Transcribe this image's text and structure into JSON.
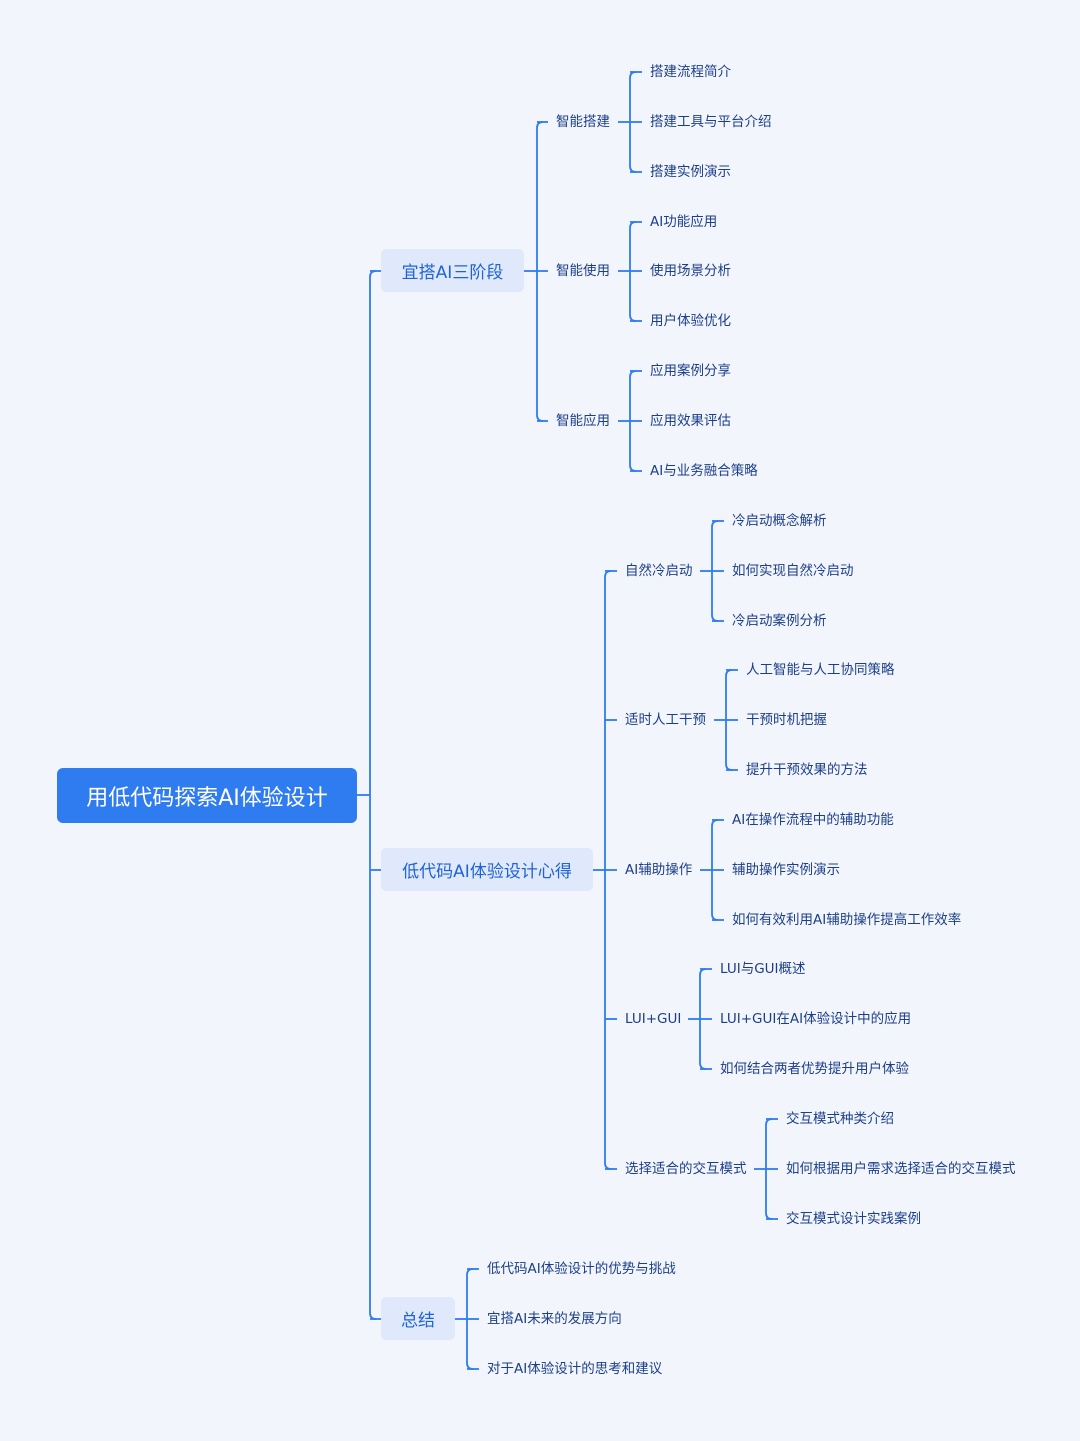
{
  "mindmap": {
    "root": "用低代码探索AI体验设计",
    "branches": [
      {
        "label": "宜搭AI三阶段",
        "children": [
          {
            "label": "智能搭建",
            "children": [
              "搭建流程简介",
              "搭建工具与平台介绍",
              "搭建实例演示"
            ]
          },
          {
            "label": "智能使用",
            "children": [
              "AI功能应用",
              "使用场景分析",
              "用户体验优化"
            ]
          },
          {
            "label": "智能应用",
            "children": [
              "应用案例分享",
              "应用效果评估",
              "AI与业务融合策略"
            ]
          }
        ]
      },
      {
        "label": "低代码AI体验设计心得",
        "children": [
          {
            "label": "自然冷启动",
            "children": [
              "冷启动概念解析",
              "如何实现自然冷启动",
              "冷启动案例分析"
            ]
          },
          {
            "label": "适时人工干预",
            "children": [
              "人工智能与人工协同策略",
              "干预时机把握",
              "提升干预效果的方法"
            ]
          },
          {
            "label": "AI辅助操作",
            "children": [
              "AI在操作流程中的辅助功能",
              "辅助操作实例演示",
              "如何有效利用AI辅助操作提高工作效率"
            ]
          },
          {
            "label": "LUI+GUI",
            "children": [
              "LUI与GUI概述",
              "LUI+GUI在AI体验设计中的应用",
              "如何结合两者优势提升用户体验"
            ]
          },
          {
            "label": "选择适合的交互模式",
            "children": [
              "交互模式种类介绍",
              "如何根据用户需求选择适合的交互模式",
              "交互模式设计实践案例"
            ]
          }
        ]
      },
      {
        "label": "总结",
        "children": [
          "低代码AI体验设计的优势与挑战",
          "宜搭AI未来的发展方向",
          "对于AI体验设计的思考和建议"
        ]
      }
    ],
    "colors": {
      "background": "#f3f5fc",
      "root_fill": "#2f7cf1",
      "branch_fill": "#e0e9fb",
      "line": "#2f7cf1",
      "text_dark": "#1b3f8a",
      "text_branch": "#1f63d8"
    }
  }
}
